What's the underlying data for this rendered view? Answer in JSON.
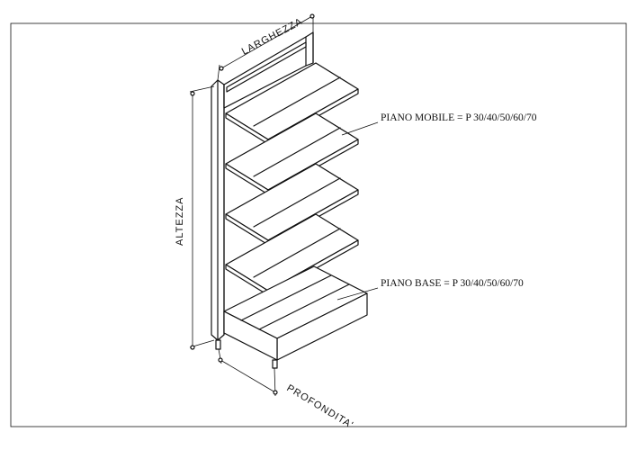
{
  "labels": {
    "width": "LARGHEZZA",
    "height": "ALTEZZA",
    "depth": "PROFONDITA'",
    "shelf_mobile": "PIANO MOBILE = P 30/40/50/60/70",
    "shelf_base": "PIANO BASE = P 30/40/50/60/70"
  },
  "colors": {
    "line": "#111111",
    "background": "#ffffff"
  }
}
